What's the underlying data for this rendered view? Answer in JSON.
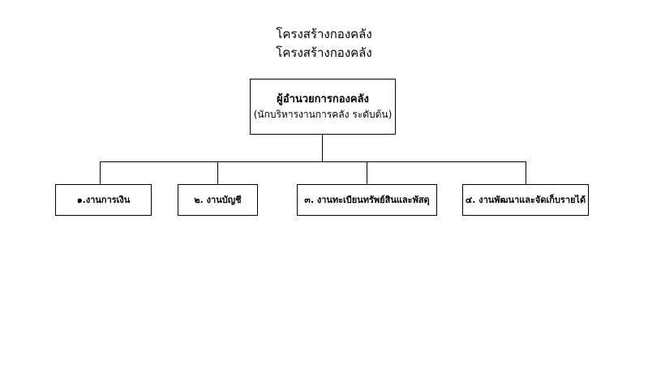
{
  "chart": {
    "title_lines": [
      "โครงสร้างกองคลัง",
      "โครงสร้างกองคลัง"
    ],
    "root": {
      "title": "ผู้อำนวยการกองคลัง",
      "subtitle": "(นักบริหารงานการคลัง ระดับต้น)"
    },
    "children": [
      {
        "label": "๑.งานการเงิน"
      },
      {
        "label": "๒. งานบัญชี"
      },
      {
        "label": "๓. งานทะเบียนทรัพย์สินและพัสดุ"
      },
      {
        "label": "๔. งานพัฒนาและจัดเก็บรายได้"
      }
    ],
    "colors": {
      "background": "#ffffff",
      "box_border": "#000000",
      "box_fill": "#ffffff",
      "connector": "#000000",
      "text": "#000000"
    }
  }
}
